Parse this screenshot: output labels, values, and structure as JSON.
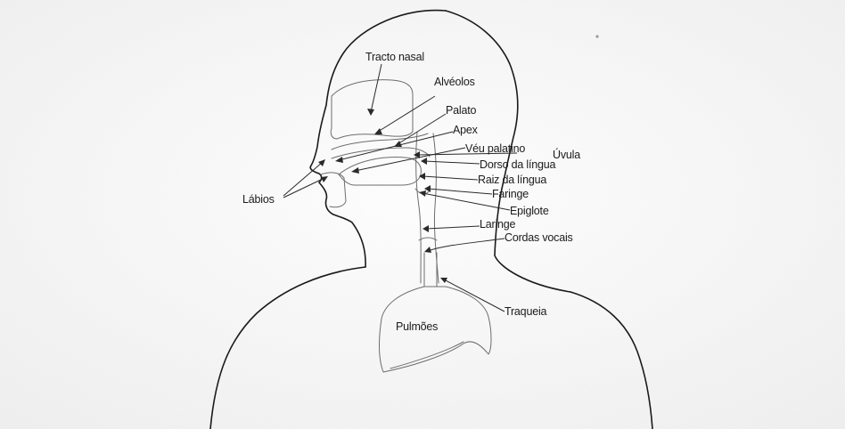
{
  "diagram": {
    "labels": {
      "tracto_nasal": "Tracto nasal",
      "alveolos": "Alvéolos",
      "palato": "Palato",
      "apex": "Apex",
      "veu_palatino": "Véu palatino",
      "uvula": "Úvula",
      "dorso_lingua": "Dorso da língua",
      "raiz_lingua": "Raiz da língua",
      "faringe": "Faringe",
      "epiglote": "Epiglote",
      "laringe": "Laringe",
      "cordas_vocais": "Cordas vocais",
      "traqueia": "Traqueia",
      "pulmoes": "Pulmões",
      "labios": "Lábios"
    }
  }
}
